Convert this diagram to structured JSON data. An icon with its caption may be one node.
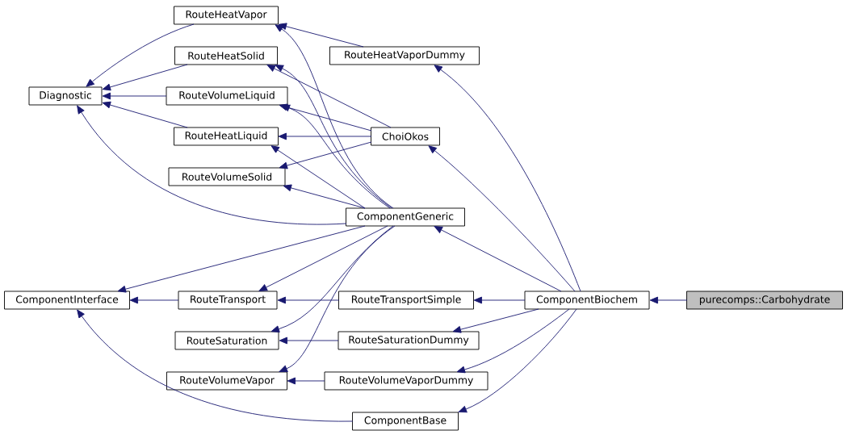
{
  "diagram": {
    "nodes": [
      {
        "text": [
          "Diagnostic"
        ]
      },
      {
        "text": [
          "RouteHeatVapor"
        ]
      },
      {
        "text": [
          "RouteHeatSolid"
        ]
      },
      {
        "text": [
          "RouteVolumeLiquid"
        ]
      },
      {
        "text": [
          "RouteHeatLiquid"
        ]
      },
      {
        "text": [
          "RouteVolumeSolid"
        ]
      },
      {
        "text": [
          "RouteHeatVaporDummy"
        ]
      },
      {
        "text": [
          "ChoiOkos"
        ]
      },
      {
        "text": [
          "ComponentGeneric"
        ]
      },
      {
        "text": [
          "ComponentInterface"
        ]
      },
      {
        "text": [
          "RouteTransport"
        ]
      },
      {
        "text": [
          "RouteTransportSimple"
        ]
      },
      {
        "text": [
          "ComponentBiochem"
        ]
      },
      {
        "text": [
          "purecomps::Carbohydrate"
        ]
      },
      {
        "text": [
          "RouteSaturation"
        ]
      },
      {
        "text": [
          "RouteSaturationDummy"
        ]
      },
      {
        "text": [
          "RouteVolumeVapor"
        ]
      },
      {
        "text": [
          "RouteVolumeVaporDummy"
        ]
      },
      {
        "text": [
          "ComponentBase"
        ]
      }
    ],
    "edges": [
      {
        "from": 1,
        "to": 0,
        "arrow": "to"
      },
      {
        "from": 2,
        "to": 0,
        "arrow": "to"
      },
      {
        "from": 3,
        "to": 0,
        "arrow": "to"
      },
      {
        "from": 4,
        "to": 0,
        "arrow": "to"
      },
      {
        "from": 8,
        "to": 0,
        "arrow": "to"
      },
      {
        "from": 6,
        "to": 1,
        "arrow": "to"
      },
      {
        "from": 8,
        "to": 1,
        "arrow": "to"
      },
      {
        "from": 7,
        "to": 2,
        "arrow": "to"
      },
      {
        "from": 8,
        "to": 2,
        "arrow": "to"
      },
      {
        "from": 7,
        "to": 3,
        "arrow": "to"
      },
      {
        "from": 8,
        "to": 3,
        "arrow": "to"
      },
      {
        "from": 7,
        "to": 4,
        "arrow": "to"
      },
      {
        "from": 8,
        "to": 4,
        "arrow": "to"
      },
      {
        "from": 7,
        "to": 5,
        "arrow": "to"
      },
      {
        "from": 8,
        "to": 5,
        "arrow": "to"
      },
      {
        "from": 8,
        "to": 9,
        "arrow": "to"
      },
      {
        "from": 10,
        "to": 9,
        "arrow": "to"
      },
      {
        "from": 8,
        "to": 10,
        "arrow": "to"
      },
      {
        "from": 11,
        "to": 10,
        "arrow": "to"
      },
      {
        "from": 8,
        "to": 14,
        "arrow": "to"
      },
      {
        "from": 15,
        "to": 14,
        "arrow": "to"
      },
      {
        "from": 8,
        "to": 16,
        "arrow": "to"
      },
      {
        "from": 17,
        "to": 16,
        "arrow": "to"
      },
      {
        "from": 18,
        "to": 9,
        "arrow": "to"
      },
      {
        "from": 12,
        "to": 6,
        "arrow": "to"
      },
      {
        "from": 12,
        "to": 7,
        "arrow": "to"
      },
      {
        "from": 12,
        "to": 8,
        "arrow": "to"
      },
      {
        "from": 12,
        "to": 11,
        "arrow": "to"
      },
      {
        "from": 12,
        "to": 15,
        "arrow": "to"
      },
      {
        "from": 12,
        "to": 17,
        "arrow": "to"
      },
      {
        "from": 12,
        "to": 18,
        "arrow": "to"
      },
      {
        "from": 13,
        "to": 12,
        "arrow": "to"
      }
    ]
  }
}
